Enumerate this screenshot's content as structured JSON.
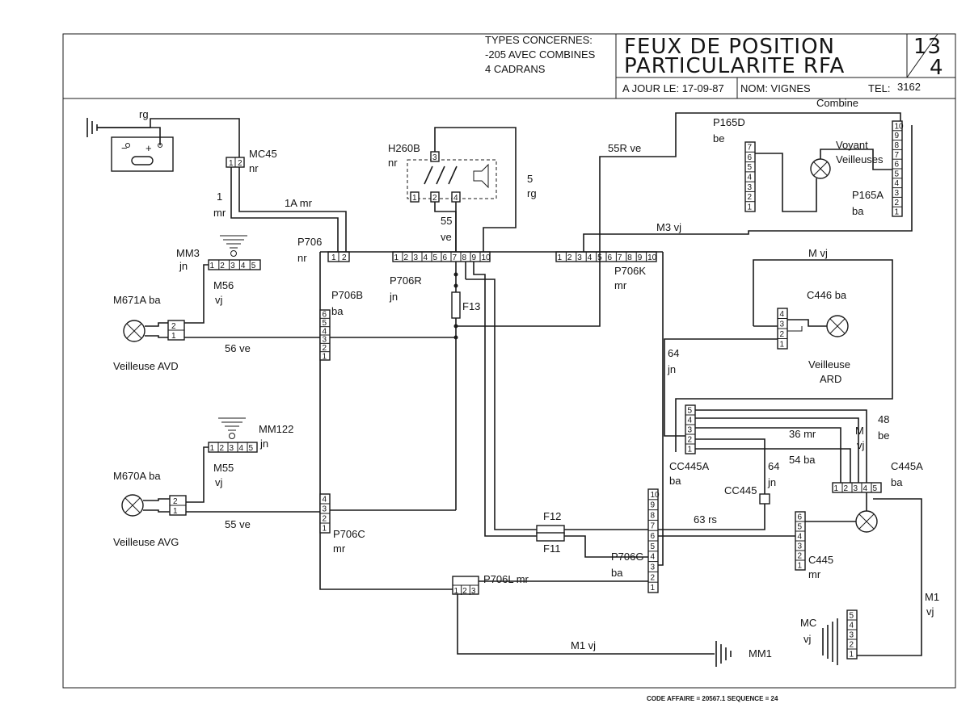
{
  "title_block": {
    "types_line1": "TYPES CONCERNES:",
    "types_line2": "-205 AVEC COMBINES",
    "types_line3": "4 CADRANS",
    "title_line1": "FEUX DE POSITION",
    "title_line2": "PARTICULARITE RFA",
    "sheet_top": "13",
    "sheet_bottom": "4",
    "date_label": "A JOUR LE: 17-09-87",
    "name_label": "NOM: VIGNES",
    "tel_label": "TEL:",
    "tel_value": "3162"
  },
  "footer_code": "CODE AFFAIRE = 20567.1 SEQUENCE = 24",
  "labels": {
    "rg_top": "rg",
    "mc45": "MC45",
    "mc45_color": "nr",
    "wire_1": "1",
    "wire_1_color": "mr",
    "wire_1a": "1A mr",
    "h260b": "H260B",
    "h260b_color": "nr",
    "wire_5": "5",
    "wire_5_color": "rg",
    "wire_55": "55",
    "wire_55_color": "ve",
    "wire_55r": "55R ve",
    "combine": "Combine",
    "p165d": "P165D",
    "p165d_color": "be",
    "voyant1": "Voyant",
    "voyant2": "Veilleuses",
    "p165a": "P165A",
    "p165a_color": "ba",
    "m3vj": "M3 vj",
    "mm3": "MM3",
    "mm3_color": "jn",
    "p706": "P706",
    "p706_color": "nr",
    "m56": "M56",
    "m56_color": "vj",
    "m671a": "M671A ba",
    "p706b": "P706B",
    "p706b_color": "ba",
    "p706r": "P706R",
    "p706r_color": "jn",
    "f13": "F13",
    "p706k": "P706K",
    "p706k_color": "mr",
    "mvj": "M vj",
    "c446": "C446 ba",
    "veilleuse_ard1": "Veilleuse",
    "veilleuse_ard2": "ARD",
    "wire_56": "56 ve",
    "veilleuse_avd": "Veilleuse AVD",
    "wire_64": "64",
    "wire_64_color": "jn",
    "mm122": "MM122",
    "mm122_color": "jn",
    "m55": "M55",
    "m55_color": "vj",
    "m670a": "M670A ba",
    "wire_36": "36 mr",
    "wire_m": "M",
    "wire_m_color": "vj",
    "wire_48": "48",
    "wire_48_color": "be",
    "wire_54": "54 ba",
    "cc445a": "CC445A",
    "cc445a_color": "ba",
    "wire_64b": "64",
    "wire_64b_color": "jn",
    "cc445": "CC445",
    "c445a": "C445A",
    "c445a_color": "ba",
    "wire_55b": "55 ve",
    "p706c": "P706C",
    "p706c_color": "mr",
    "veilleuse_avg": "Veilleuse AVG",
    "f12": "F12",
    "f11": "F11",
    "wire_63": "63 rs",
    "c445": "C445",
    "c445_color": "mr",
    "p706g": "P706G",
    "p706g_color": "ba",
    "p706l": "P706L mr",
    "m1": "M1",
    "m1_color": "vj",
    "mc": "MC",
    "mc_color": "vj",
    "m1vj": "M1 vj",
    "mm1": "MM1"
  },
  "connector_pins": {
    "p706_left": [
      "1",
      "2"
    ],
    "p706r_row": [
      "1",
      "2",
      "3",
      "4",
      "5",
      "6",
      "7",
      "8",
      "9",
      "10"
    ],
    "p706k_row": [
      "1",
      "2",
      "3",
      "4",
      "5",
      "6",
      "7",
      "8",
      "9",
      "10"
    ],
    "mm3_row": [
      "1",
      "2",
      "3",
      "4",
      "5"
    ],
    "mm122_row": [
      "1",
      "2",
      "3",
      "4",
      "5"
    ],
    "p165d_col": [
      "1",
      "2",
      "3",
      "4",
      "5",
      "6",
      "7"
    ],
    "p165a_col": [
      "1",
      "2",
      "3",
      "4",
      "5",
      "6",
      "7",
      "8",
      "9",
      "10"
    ],
    "p706b_col": [
      "1",
      "2",
      "3",
      "4",
      "5",
      "6"
    ],
    "p706c_col": [
      "1",
      "2",
      "3",
      "4"
    ],
    "p706g_col": [
      "1",
      "2",
      "3",
      "4",
      "5",
      "6",
      "7",
      "8",
      "9",
      "10"
    ],
    "cc445a_col": [
      "1",
      "2",
      "3",
      "4",
      "5"
    ],
    "c445a_row": [
      "1",
      "2",
      "3",
      "4",
      "5"
    ],
    "c445_col": [
      "1",
      "2",
      "3",
      "4",
      "5",
      "6"
    ],
    "c446_col": [
      "1",
      "2",
      "3",
      "4"
    ],
    "mc_col": [
      "1",
      "2",
      "3",
      "4",
      "5"
    ],
    "p706l_row": [
      "1",
      "2",
      "3"
    ],
    "h260b_pins": [
      "1",
      "2",
      "3",
      "4"
    ],
    "mc45_pins": [
      "1",
      "2"
    ],
    "m671a_pins": [
      "1",
      "2"
    ],
    "m670a_pins": [
      "1",
      "2"
    ],
    "battery_minus": "−",
    "battery_plus": "+"
  }
}
